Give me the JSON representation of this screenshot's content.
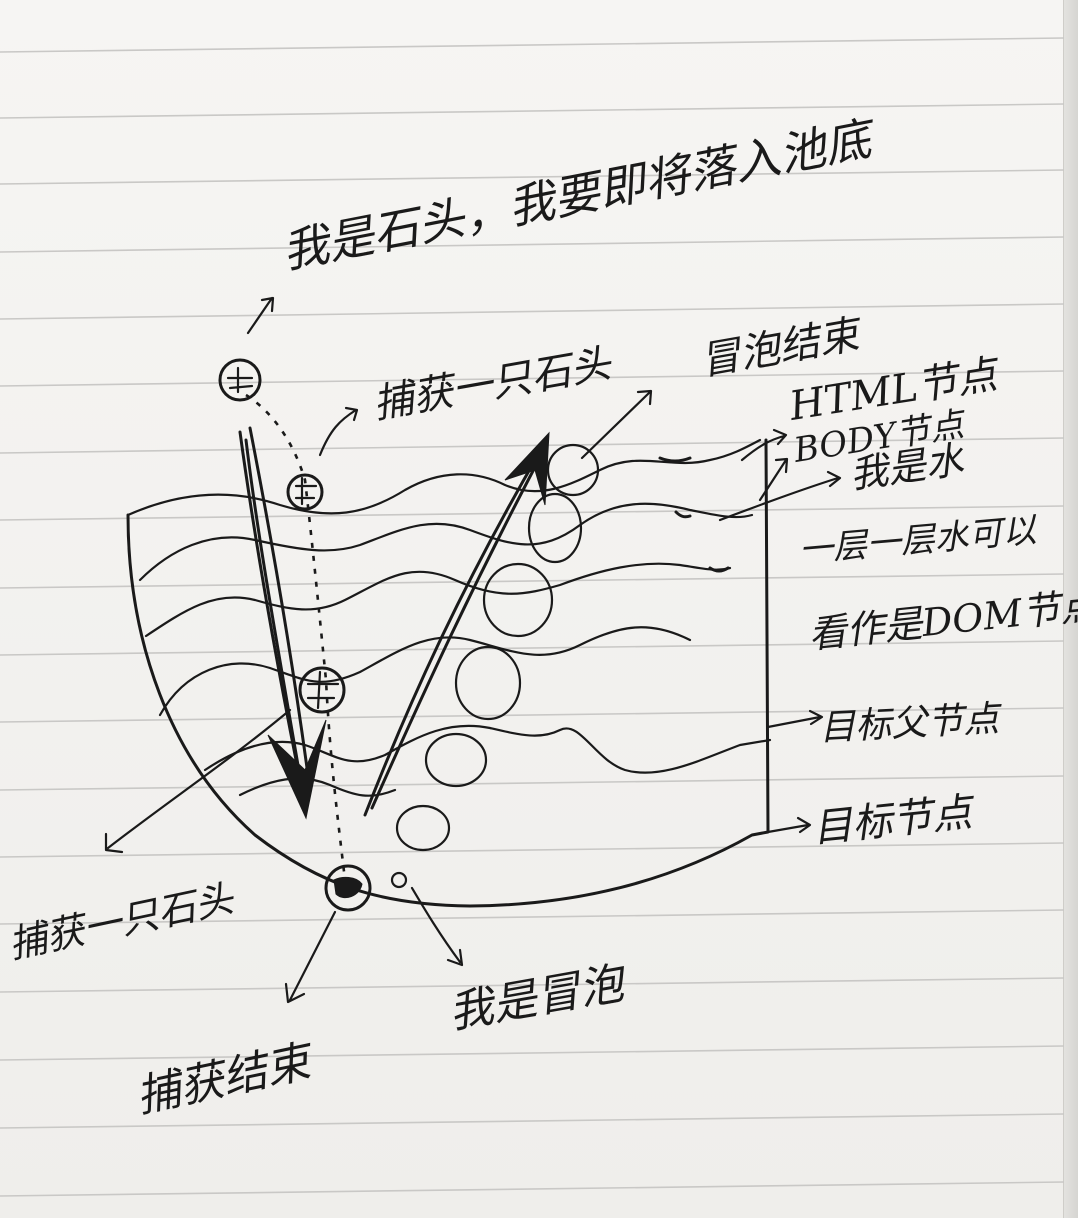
{
  "labels": {
    "stone_intro": "我是石头，我要即将落入池底",
    "capture_stone_top": "捕获一只石头",
    "bubble_end": "冒泡结束",
    "html_node": "HTML节点",
    "body_node": "BODY节点",
    "i_am_water": "我是水",
    "each_layer": "一层一层水可以",
    "dom_node": "看作是DOM节点",
    "target_parent": "目标父节点",
    "target_node": "目标节点",
    "capture_stone_left": "捕获一只石头",
    "i_am_bubble": "我是冒泡",
    "capture_end": "捕获结束"
  }
}
